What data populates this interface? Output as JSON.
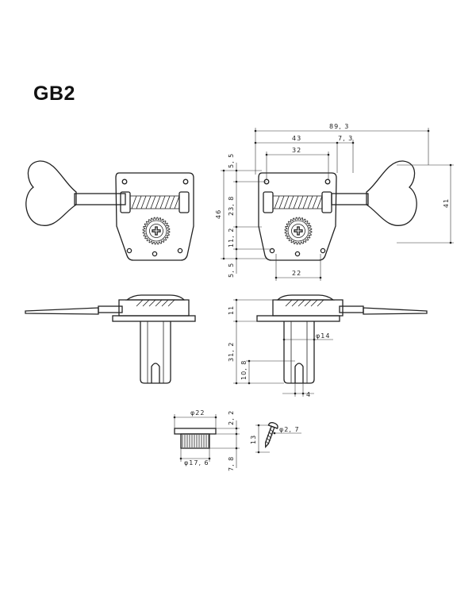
{
  "title": "GB2",
  "dimensions": {
    "overall_width": "89, 3",
    "hole_span": "43",
    "offset_right": "7, 3",
    "inner_span": "32",
    "top_gap": "5, 5",
    "height_total": "46",
    "height_upper": "23, 8",
    "height_mid": "11, 2",
    "bottom_gap": "5, 5",
    "key_height": "41",
    "bottom_span": "22",
    "side_height": "11",
    "post_diameter": "φ14",
    "post_length": "31, 2",
    "slot_depth": "10, 8",
    "slot_width": "4",
    "bushing_outer": "φ22",
    "bushing_top": "2, 2",
    "bushing_inner": "φ17, 6",
    "bushing_height": "7, 8",
    "screw_diameter": "φ2, 7",
    "screw_length": "13"
  },
  "colors": {
    "line": "#222222",
    "background": "#ffffff"
  }
}
